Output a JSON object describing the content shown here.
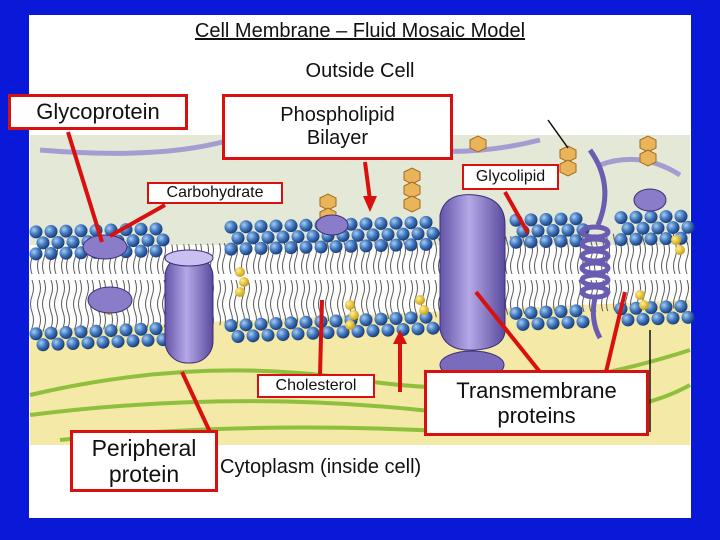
{
  "title": "Cell Membrane – Fluid Mosaic Model",
  "regions": {
    "outside": "Outside Cell",
    "inside": "Cytoplasm (inside cell)"
  },
  "labels": {
    "glycoprotein": "Glycoprotein",
    "phospholipid_bilayer": "Phospholipid\nBilayer",
    "carbohydrate": "Carbohydrate",
    "glycolipid": "Glycolipid",
    "cholesterol": "Cholesterol",
    "transmembrane_proteins": "Transmembrane\nproteins",
    "peripheral_protein": "Peripheral\nprotein"
  },
  "colors": {
    "background_frame": "#0a18d8",
    "label_border": "#d81010",
    "arrow": "#d81010",
    "phospholipid_head": "#3f77bf",
    "cholesterol": "#e2c21a",
    "protein": "#8a7cc8",
    "cytoplasm": "#f4e9a6",
    "carbohydrate_chain": "#e9b45a"
  }
}
